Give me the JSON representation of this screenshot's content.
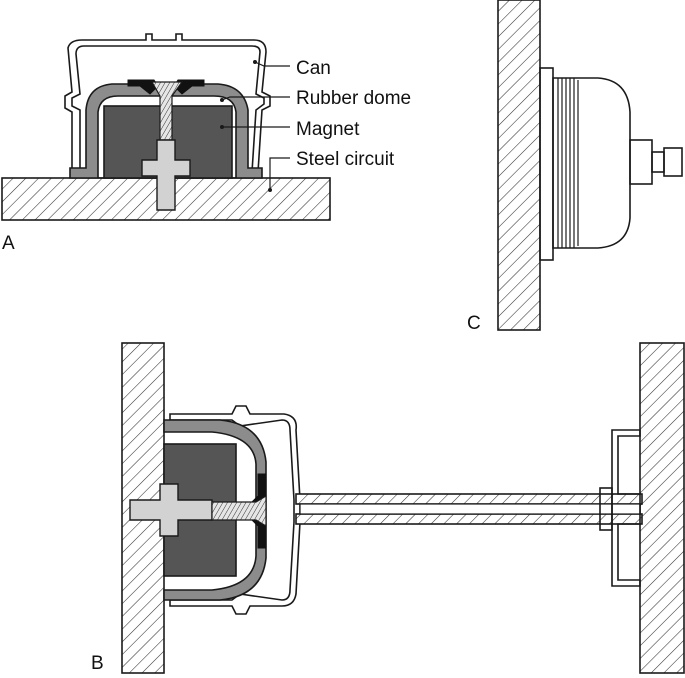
{
  "labels": {
    "can": "Can",
    "rubber_dome": "Rubber dome",
    "magnet": "Magnet",
    "steel_circuit": "Steel circuit"
  },
  "panels": {
    "a": "A",
    "b": "B",
    "c": "C"
  },
  "colors": {
    "rubber": "#8c8c8c",
    "magnet": "#555555",
    "steel_pin": "#d2d2d2",
    "cap": "#111111"
  }
}
